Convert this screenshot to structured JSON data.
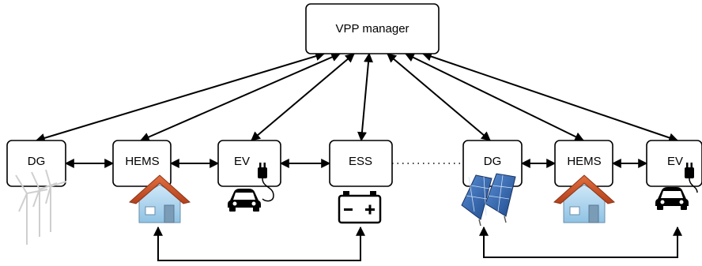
{
  "nodes": {
    "manager": "VPP manager",
    "dg_left": "DG",
    "hems_left": "HEMS",
    "ev_left": "EV",
    "ess": "ESS",
    "dg_right": "DG",
    "hems_right": "HEMS",
    "ev_right": "EV"
  },
  "icons": {
    "wind_turbine": "wind-turbine-icon",
    "house": "house-icon",
    "car": "car-icon",
    "plug": "plug-icon",
    "battery": "battery-icon",
    "solar_panel": "solar-panel-icon"
  },
  "colors": {
    "line": "#000000",
    "roof": "#c8502a",
    "wall": "#a9d4ee",
    "solar": "#2f5fa8"
  }
}
